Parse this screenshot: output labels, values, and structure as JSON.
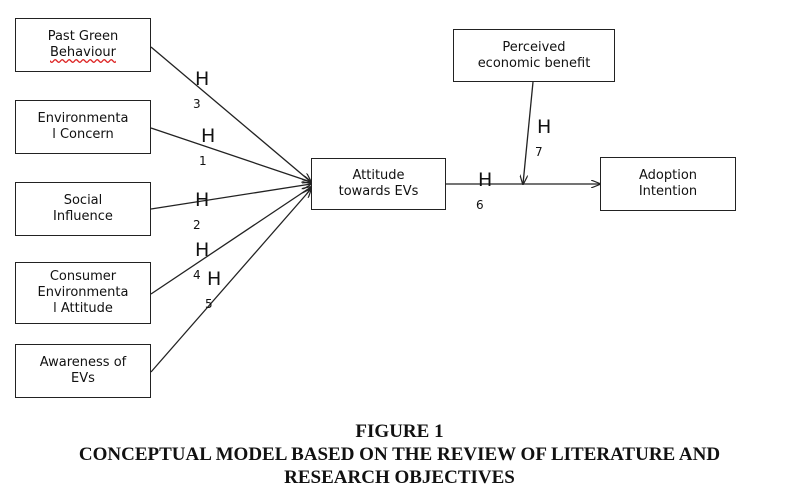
{
  "boxes": {
    "past_green": [
      "Past Green",
      "Behaviour"
    ],
    "env_concern": [
      "Environmenta",
      "l Concern"
    ],
    "social": [
      "Social",
      "Influence"
    ],
    "consumer_attitude": [
      "Consumer",
      "Environmenta",
      "l Attitude"
    ],
    "awareness": [
      "Awareness of",
      "EVs"
    ],
    "attitude": [
      "Attitude",
      "towards EVs"
    ],
    "benefit": [
      "Perceived",
      "economic benefit"
    ],
    "adoption": [
      "Adoption",
      "Intention"
    ]
  },
  "hypotheses": {
    "h3": {
      "letter": "H",
      "number": "3"
    },
    "h1": {
      "letter": "H",
      "number": "1"
    },
    "h2": {
      "letter": "H",
      "number": "2"
    },
    "h4": {
      "letter": "H",
      "number": "4"
    },
    "h5": {
      "letter": "H",
      "number": "5"
    },
    "h6": {
      "letter": "H",
      "number": "6"
    },
    "h7": {
      "letter": "H",
      "number": "7"
    }
  },
  "caption": {
    "line1": "FIGURE 1",
    "line2": "CONCEPTUAL MODEL BASED ON THE REVIEW OF LITERATURE AND",
    "line3": "RESEARCH OBJECTIVES"
  }
}
